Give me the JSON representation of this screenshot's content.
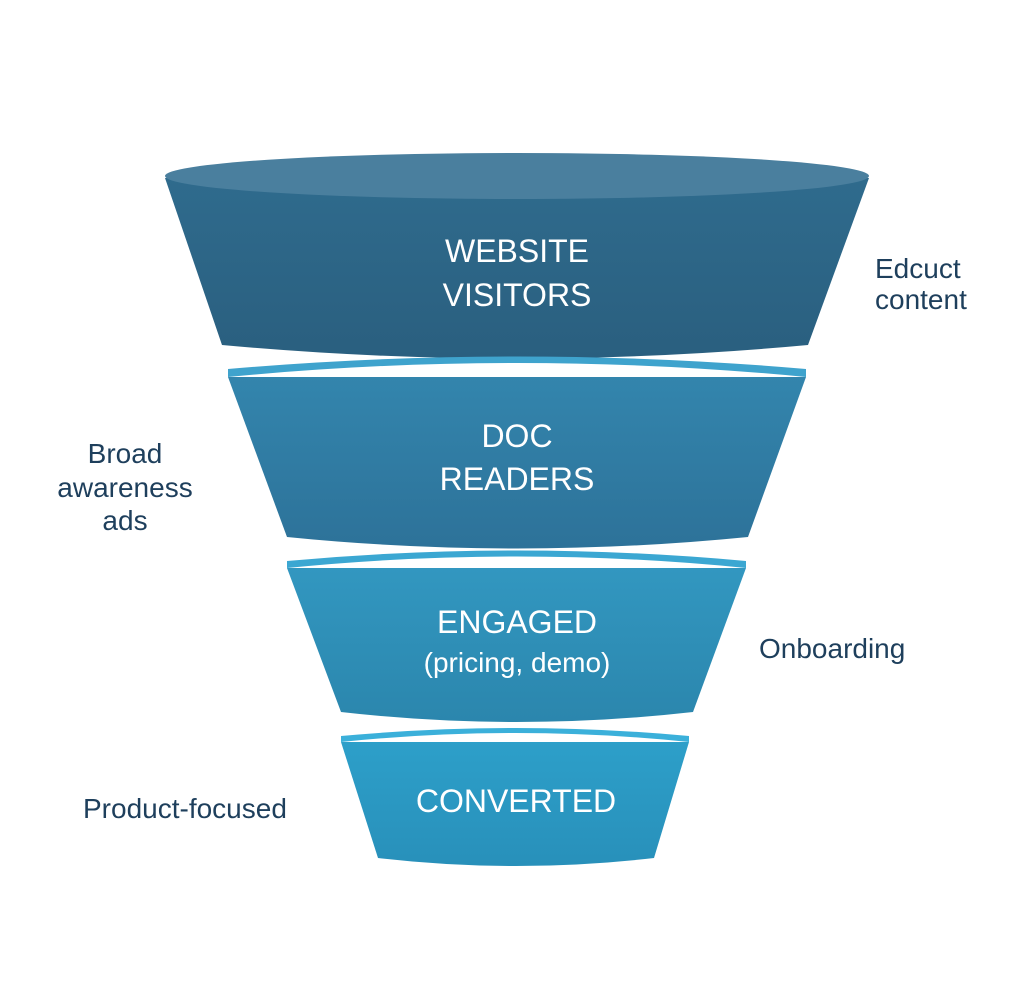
{
  "funnel": {
    "stages": [
      {
        "line1": "WEBSITE",
        "line2": "VISITORS",
        "side_color": "#2d6586",
        "top_color": "#4a7f9e"
      },
      {
        "line1": "DOC",
        "line2": "READERS",
        "side_color": "#3079a0",
        "top_color": "#3fa3cd"
      },
      {
        "line1": "ENGAGED",
        "line2": "(pricing, demo)",
        "side_color": "#2f8db5",
        "top_color": "#3ba7d2"
      },
      {
        "line1": "CONVERTED",
        "line2": "",
        "side_color": "#2a96c0",
        "top_color": "#3bb0da"
      }
    ]
  },
  "side_notes": {
    "educt_content": [
      "Edcuct",
      "content"
    ],
    "broad_awareness": [
      "Broad",
      "awareness",
      "ads"
    ],
    "onboarding": [
      "Onboarding"
    ],
    "product_focused": [
      "Product-focused"
    ]
  },
  "colors": {
    "note_text": "#1e3f5c",
    "stage_text": "#ffffff",
    "background": "#ffffff"
  }
}
